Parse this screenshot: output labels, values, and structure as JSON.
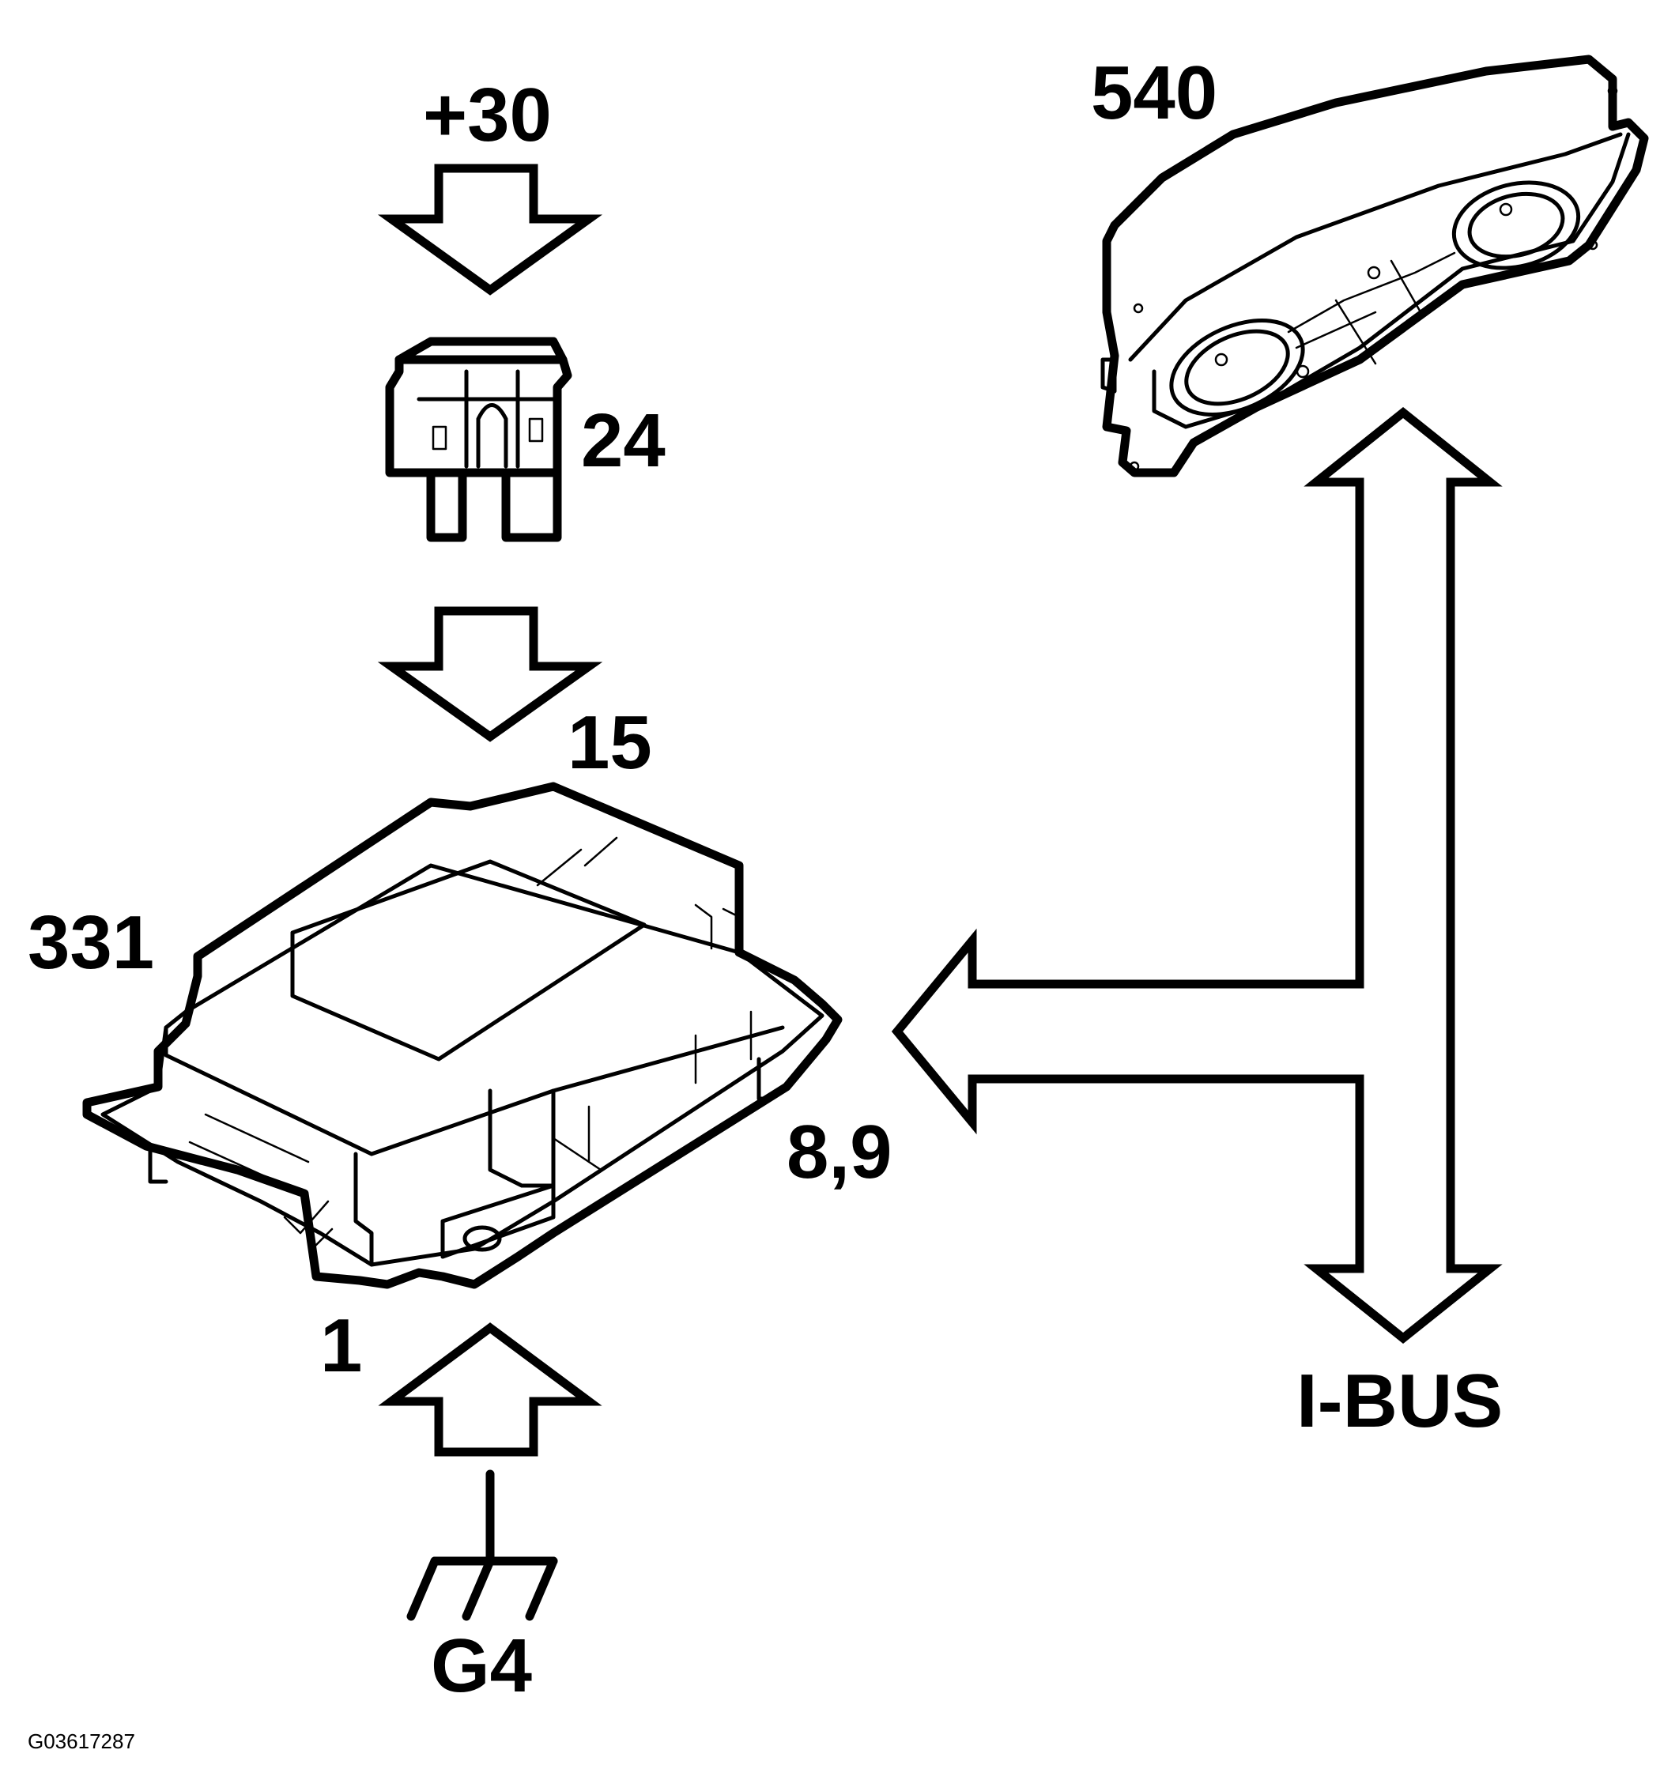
{
  "labels": {
    "supply": "+30",
    "fuse": "24",
    "module_pin_power": "15",
    "module": "331",
    "module_pin_bus": "8,9",
    "module_pin_ground": "1",
    "ground": "G4",
    "cluster": "540",
    "bus": "I-BUS",
    "figure_id": "G03617287"
  },
  "colors": {
    "line": "#000000",
    "background": "#ffffff"
  },
  "icons": [
    "fuse-icon",
    "control-module-icon",
    "instrument-cluster-icon",
    "ground-symbol-icon"
  ]
}
